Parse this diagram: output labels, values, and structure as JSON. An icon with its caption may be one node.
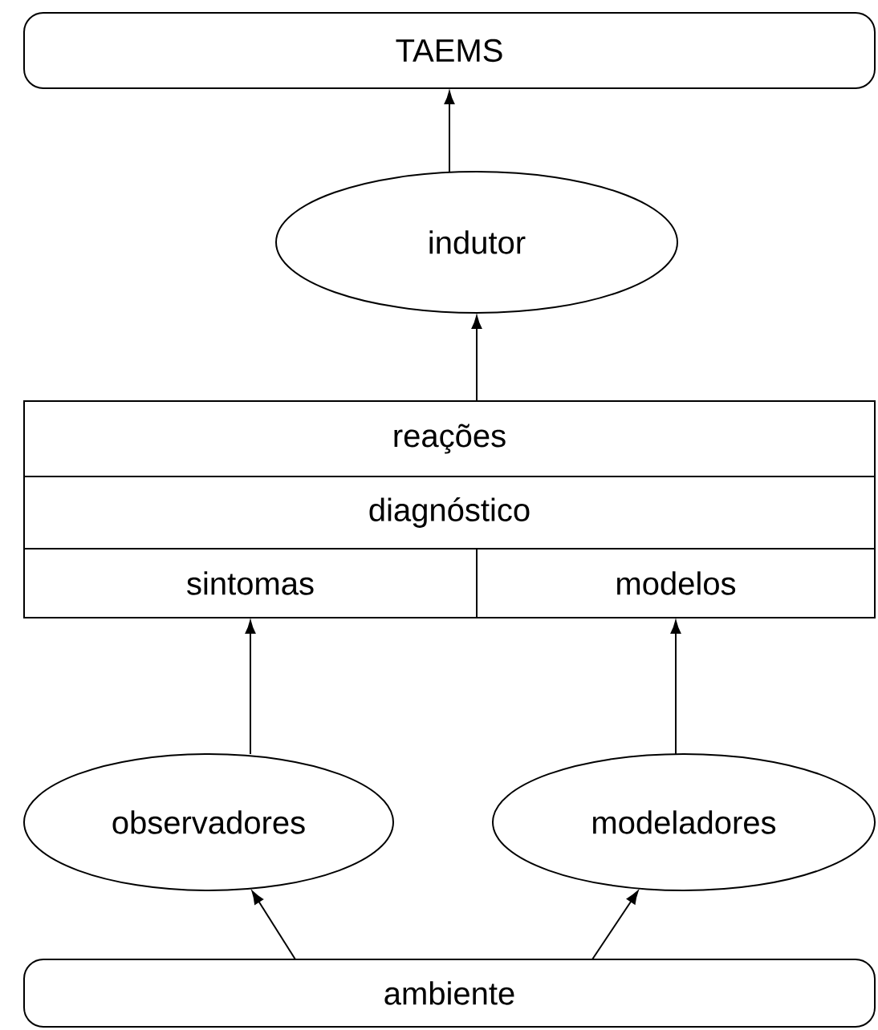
{
  "diagram": {
    "nodes": [
      {
        "text": [
          "TAEMS"
        ]
      },
      {
        "text": [
          "indutor"
        ]
      },
      {
        "text": [
          "reações"
        ]
      },
      {
        "text": [
          "diagnóstico"
        ]
      },
      {
        "text": [
          "sintomas"
        ]
      },
      {
        "text": [
          "modelos"
        ]
      },
      {
        "text": [
          "observadores"
        ]
      },
      {
        "text": [
          "modeladores"
        ]
      },
      {
        "text": [
          "ambiente"
        ]
      }
    ],
    "edges": [
      {
        "from": 1,
        "to": 0,
        "arrow": "to"
      },
      {
        "from": 2,
        "to": 1,
        "arrow": "to"
      },
      {
        "from": 6,
        "to": 4,
        "arrow": "to"
      },
      {
        "from": 7,
        "to": 5,
        "arrow": "to"
      },
      {
        "from": 8,
        "to": 6,
        "arrow": "to"
      },
      {
        "from": 8,
        "to": 7,
        "arrow": "to"
      }
    ]
  }
}
